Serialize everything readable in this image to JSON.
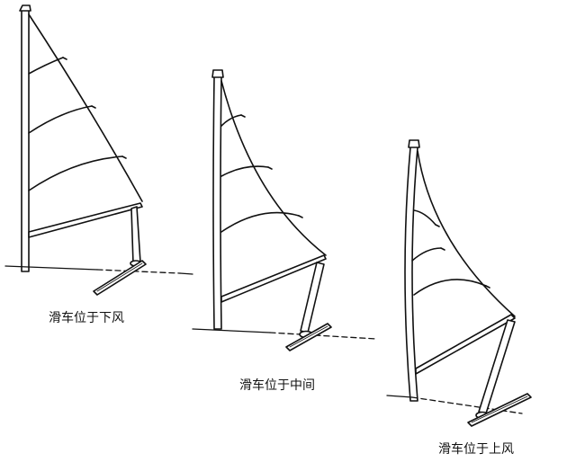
{
  "captions": {
    "leeward": "滑车位于下风",
    "center": "滑车位于中间",
    "windward": "滑车位于上风"
  },
  "colors": {
    "ink": "#111111",
    "background": "#ffffff"
  }
}
